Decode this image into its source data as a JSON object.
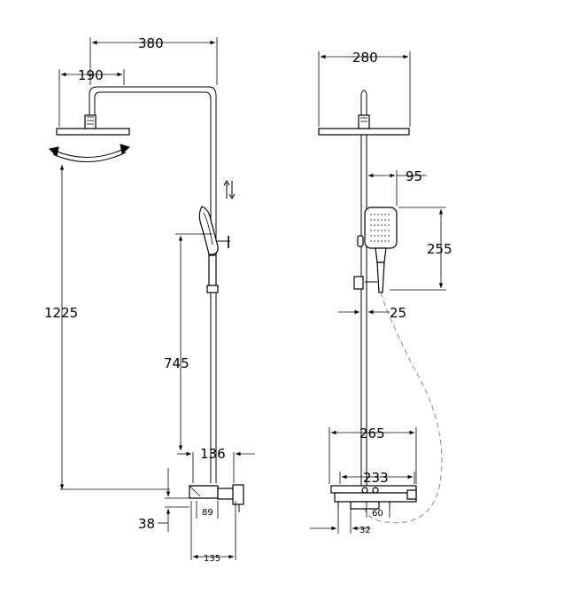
{
  "side_view": {
    "dim_top_width": "380",
    "dim_head_offset": "190",
    "dim_total_height": "1225",
    "dim_handset_height": "745",
    "dim_wall_offset": "136",
    "dim_small_89": "89",
    "dim_bottom_38": "38",
    "dim_bottom_135": "135",
    "icons": [
      "rotation-arrow-icon",
      "slide-arrows-icon"
    ]
  },
  "front_view": {
    "dim_head_width": "280",
    "dim_handset_offset": "95",
    "dim_handset_length": "255",
    "dim_pipe_25": "25",
    "dim_shelf_265": "265",
    "dim_shelf_233": "233",
    "dim_small_60": "60",
    "dim_small_32": "32"
  },
  "colors": {
    "line": "#000000",
    "hose": "#888888",
    "background": "#ffffff"
  }
}
